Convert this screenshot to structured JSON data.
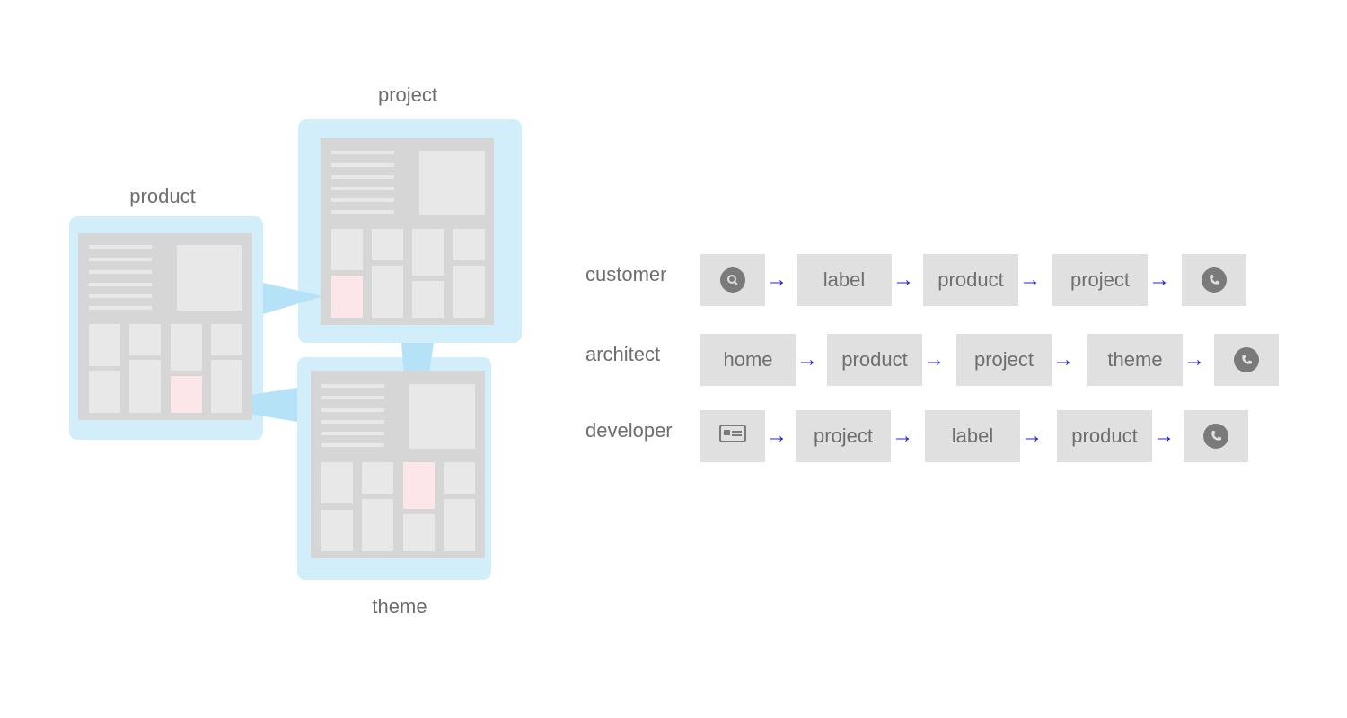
{
  "wireframes": {
    "product_label": "product",
    "project_label": "project",
    "theme_label": "theme"
  },
  "colors": {
    "halo": "#d2eefb",
    "connector": "#b6e2f8",
    "page": "#d6d6d6",
    "block": "#e8e8e8",
    "highlight": "#fde6ea",
    "arrow": "#2020d8",
    "step_bg": "#e0e0e0",
    "text": "#6e6e6e"
  },
  "flows": [
    {
      "role": "customer",
      "steps": [
        {
          "type": "icon",
          "icon": "search-icon"
        },
        {
          "type": "text",
          "label": "label"
        },
        {
          "type": "text",
          "label": "product"
        },
        {
          "type": "text",
          "label": "project"
        },
        {
          "type": "icon",
          "icon": "phone-icon"
        }
      ]
    },
    {
      "role": "architect",
      "steps": [
        {
          "type": "text",
          "label": "home"
        },
        {
          "type": "text",
          "label": "product"
        },
        {
          "type": "text",
          "label": "project"
        },
        {
          "type": "text",
          "label": "theme"
        },
        {
          "type": "icon",
          "icon": "phone-icon"
        }
      ]
    },
    {
      "role": "developer",
      "steps": [
        {
          "type": "icon",
          "icon": "id-card-icon"
        },
        {
          "type": "text",
          "label": "project"
        },
        {
          "type": "text",
          "label": "label"
        },
        {
          "type": "text",
          "label": "product"
        },
        {
          "type": "icon",
          "icon": "phone-icon"
        }
      ]
    }
  ]
}
